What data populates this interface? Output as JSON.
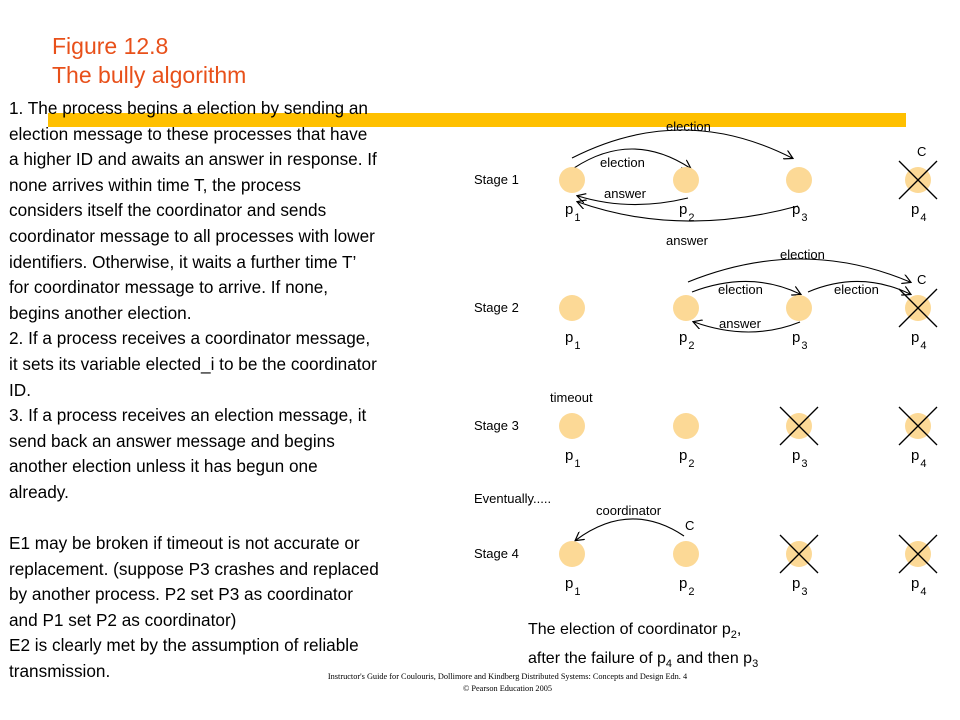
{
  "title": {
    "line1": "Figure 12.8",
    "line2": "The bully algorithm"
  },
  "body": [
    "1. The process begins a election by sending an",
    "election message to these processes that have",
    "a higher ID and awaits an answer in response. If",
    "none arrives within time T, the process",
    "considers itself the coordinator and sends",
    "coordinator message to all processes with lower",
    "identifiers. Otherwise, it waits a further time T’",
    "for coordinator message to arrive. If none,",
    "begins another election.",
    "2. If a process receives a coordinator message,",
    "it sets its variable elected_i to be the coordinator",
    "ID.",
    "3. If a process receives an election message, it",
    "send back an answer message and begins",
    "another election unless it has begun one",
    "already.",
    "",
    "E1 may be broken if timeout is not accurate or",
    "replacement. (suppose P3 crashes and replaced",
    "by another process. P2 set P3 as coordinator",
    "and P1 set P2 as coordinator)",
    "E2 is clearly met by the assumption of reliable",
    "transmission."
  ],
  "diagram": {
    "process_p": "p",
    "coordinator_mark": "C",
    "eventually": "Eventually.....",
    "stages": [
      {
        "label": "Stage 1",
        "top_label": "",
        "crossed": [
          4
        ],
        "coord_at": 4,
        "msgs": {
          "election_top": "election",
          "election_inner": "election",
          "answer_inner": "answer",
          "answer_bottom": "answer"
        }
      },
      {
        "label": "Stage 2",
        "top_label": "",
        "crossed": [
          4
        ],
        "coord_at": 4,
        "msgs": {
          "election_top": "election",
          "election_a": "election",
          "election_b": "election",
          "answer": "answer"
        }
      },
      {
        "label": "Stage 3",
        "top_label": "timeout",
        "crossed": [
          3,
          4
        ],
        "coord_at": 0,
        "msgs": {}
      },
      {
        "label": "Stage 4",
        "top_label": "",
        "crossed": [
          3,
          4
        ],
        "coord_at": 2,
        "msgs": {
          "coordinator": "coordinator"
        }
      }
    ]
  },
  "caption": {
    "line1_text": "The election of coordinator p",
    "line1_sub": "2",
    "line1_end": ",",
    "line2_a": "after the failure of p",
    "line2_sub1": "4",
    "line2_b": " and then p",
    "line2_sub2": "3"
  },
  "footer": {
    "line1": "Instructor's Guide for  Coulouris, Dollimore and Kindberg  Distributed Systems: Concepts and Design  Edn. 4",
    "line2": "© Pearson Education 2005"
  },
  "colors": {
    "title": "#e8501a",
    "bar": "#ffc000",
    "node": "#fcd996"
  }
}
